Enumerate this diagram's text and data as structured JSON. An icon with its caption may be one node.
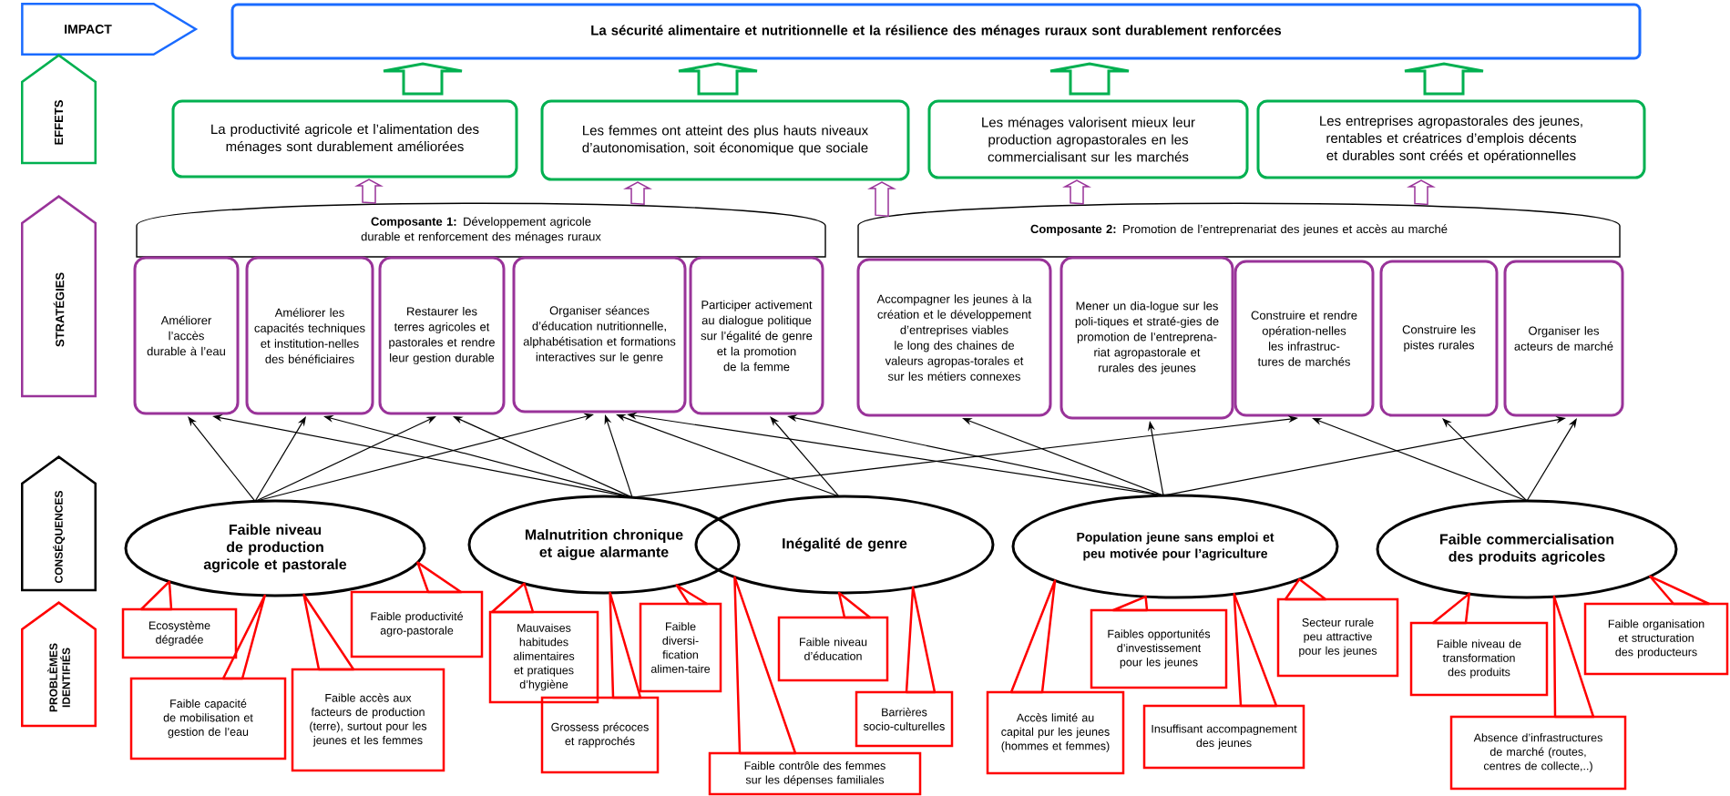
{
  "diagram": {
    "nodes": [
      {
        "text": [
          "IMPACT"
        ]
      },
      {
        "text": [
          "La sécurité alimentaire et nutritionnelle et la résilience des ménages ruraux sont durablement renforcées"
        ]
      },
      {
        "text": [
          "EFFETS"
        ]
      },
      {
        "text": [
          "La productivité agricole et l’alimentation des ménages sont durablement améliorées"
        ]
      },
      {
        "text": [
          "Les femmes ont atteint des plus hauts niveaux d’autonomisation, soit économique que sociale"
        ]
      },
      {
        "text": [
          "Les ménages valorisent mieux leur production agropastorales en les commercialisant sur les marchés"
        ]
      },
      {
        "text": [
          "Les entreprises agropastorales des jeunes, rentables et créatrices d’emplois décents et durables sont créés et opérationnelles"
        ]
      },
      {
        "text": [
          "STRATÉGIES"
        ]
      },
      {
        "text": [
          "**Composante 1:** Développement agricole durable et renforcement des ménages ruraux"
        ]
      },
      {
        "text": [
          "**Composante 2:** Promotion de l’entreprenariat des jeunes et accès au marché"
        ]
      },
      {
        "text": [
          "Améliorer l’accès durable à l’eau"
        ]
      },
      {
        "text": [
          "Améliorer les capacités techniques et institution-nelles des bénéficiaires"
        ]
      },
      {
        "text": [
          "Restaurer les terres agricoles et pastorales et rendre leur gestion durable"
        ]
      },
      {
        "text": [
          "Organiser séances d’éducation nutritionnelle, alphabétisation et formations interactives sur le genre"
        ]
      },
      {
        "text": [
          "Participer activement au dialogue politique sur l’égalité de genre et la promotion de la femme"
        ]
      },
      {
        "text": [
          "Accompagner les jeunes à la création et le développement d’entreprises viables le long des chaines de valeurs agropas-torales et sur les métiers connexes"
        ]
      },
      {
        "text": [
          "Mener un dia-logue sur les poli-tiques et straté-gies de promotion de l’entreprena-riat agropastorale et rurales des jeunes"
        ]
      },
      {
        "text": [
          "Construire et rendre opération-nelles les infrastruc-tures de marchés"
        ]
      },
      {
        "text": [
          "Construire les pistes rurales"
        ]
      },
      {
        "text": [
          "Organiser les acteurs de marché"
        ]
      },
      {
        "text": [
          "CONSÉQUENCES"
        ]
      },
      {
        "text": [
          "Faible niveau de production agricole et pastorale"
        ]
      },
      {
        "text": [
          "Malnutrition chronique et aigue alarmante"
        ]
      },
      {
        "text": [
          "Inégalité de genre"
        ]
      },
      {
        "text": [
          "Population jeune sans emploi et peu motivée pour l’agriculture"
        ]
      },
      {
        "text": [
          "Faible commercialisation des produits agricoles"
        ]
      },
      {
        "text": [
          "PROBLÈMES IDENTIFIÉS"
        ]
      },
      {
        "text": [
          "Ecosystème dégradée"
        ]
      },
      {
        "text": [
          "Faible productivité agro-pastorale"
        ]
      },
      {
        "text": [
          "Mauvaises habitudes alimentaires et pratiques d’hygiène"
        ]
      },
      {
        "text": [
          "Faible diversi-fication alimen-taire"
        ]
      },
      {
        "text": [
          "Faible niveau d’éducation"
        ]
      },
      {
        "text": [
          "Faibles opportunités d’investissement pour les jeunes"
        ]
      },
      {
        "text": [
          "Secteur rurale peu attractive pour les jeunes"
        ]
      },
      {
        "text": [
          "Faible niveau de transformation des produits"
        ]
      },
      {
        "text": [
          "Faible organisation et structuration des producteurs"
        ]
      },
      {
        "text": [
          "Faible capacité de mobilisation et gestion de l’eau"
        ]
      },
      {
        "text": [
          "Faible accès aux facteurs de production (terre), surtout pour les jeunes et les femmes"
        ]
      },
      {
        "text": [
          "Grossess précoces et rapprochés"
        ]
      },
      {
        "text": [
          "Barrières socio-culturelles"
        ]
      },
      {
        "text": [
          "Accès limité au capital pur les jeunes (hommes et femmes)"
        ]
      },
      {
        "text": [
          "Insuffisant accompagnement des jeunes"
        ]
      },
      {
        "text": [
          "Absence d’infrastructures de marché (routes, centres de collecte,..)"
        ]
      },
      {
        "text": [
          "Faible contrôle des femmes sur les dépenses familiales"
        ]
      }
    ],
    "edges": [
      {
        "from": 3,
        "to": 1,
        "arrow": "to",
        "style": "thick",
        "color": "#00b050"
      },
      {
        "from": 4,
        "to": 1,
        "arrow": "to",
        "style": "thick",
        "color": "#00b050"
      },
      {
        "from": 5,
        "to": 1,
        "arrow": "to",
        "style": "thick",
        "color": "#00b050"
      },
      {
        "from": 6,
        "to": 1,
        "arrow": "to",
        "style": "thick",
        "color": "#00b050"
      },
      {
        "from": 8,
        "to": 3,
        "arrow": "to",
        "color": "#993399"
      },
      {
        "from": 8,
        "to": 4,
        "arrow": "to",
        "color": "#993399"
      },
      {
        "from": 9,
        "to": 4,
        "arrow": "to",
        "color": "#993399"
      },
      {
        "from": 9,
        "to": 5,
        "arrow": "to",
        "color": "#993399"
      },
      {
        "from": 9,
        "to": 6,
        "arrow": "to",
        "color": "#993399"
      },
      {
        "from": 21,
        "to": 10,
        "arrow": "to"
      },
      {
        "from": 21,
        "to": 11,
        "arrow": "to"
      },
      {
        "from": 21,
        "to": 12,
        "arrow": "to"
      },
      {
        "from": 21,
        "to": 13,
        "arrow": "to"
      },
      {
        "from": 22,
        "to": 10,
        "arrow": "to"
      },
      {
        "from": 22,
        "to": 11,
        "arrow": "to"
      },
      {
        "from": 22,
        "to": 12,
        "arrow": "to"
      },
      {
        "from": 22,
        "to": 13,
        "arrow": "to"
      },
      {
        "from": 22,
        "to": 17,
        "arrow": "to"
      },
      {
        "from": 23,
        "to": 13,
        "arrow": "to"
      },
      {
        "from": 23,
        "to": 14,
        "arrow": "to"
      },
      {
        "from": 24,
        "to": 13,
        "arrow": "to"
      },
      {
        "from": 24,
        "to": 14,
        "arrow": "to"
      },
      {
        "from": 24,
        "to": 15,
        "arrow": "to"
      },
      {
        "from": 24,
        "to": 16,
        "arrow": "to"
      },
      {
        "from": 24,
        "to": 19,
        "arrow": "to"
      },
      {
        "from": 25,
        "to": 17,
        "arrow": "to"
      },
      {
        "from": 25,
        "to": 18,
        "arrow": "to"
      },
      {
        "from": 25,
        "to": 19,
        "arrow": "to"
      },
      {
        "from": 27,
        "to": 21,
        "arrow": "none",
        "color": "#ff0000"
      },
      {
        "from": 28,
        "to": 21,
        "arrow": "none",
        "color": "#ff0000"
      },
      {
        "from": 29,
        "to": 22,
        "arrow": "none",
        "color": "#ff0000"
      },
      {
        "from": 30,
        "to": 22,
        "arrow": "none",
        "color": "#ff0000"
      },
      {
        "from": 31,
        "to": 23,
        "arrow": "none",
        "color": "#ff0000"
      },
      {
        "from": 32,
        "to": 24,
        "arrow": "none",
        "color": "#ff0000"
      },
      {
        "from": 33,
        "to": 24,
        "arrow": "none",
        "color": "#ff0000"
      },
      {
        "from": 34,
        "to": 25,
        "arrow": "none",
        "color": "#ff0000"
      },
      {
        "from": 35,
        "to": 25,
        "arrow": "none",
        "color": "#ff0000"
      },
      {
        "from": 36,
        "to": 21,
        "arrow": "none",
        "color": "#ff0000"
      },
      {
        "from": 37,
        "to": 21,
        "arrow": "none",
        "color": "#ff0000"
      },
      {
        "from": 38,
        "to": 22,
        "arrow": "none",
        "color": "#ff0000"
      },
      {
        "from": 39,
        "to": 23,
        "arrow": "none",
        "color": "#ff0000"
      },
      {
        "from": 40,
        "to": 24,
        "arrow": "none",
        "color": "#ff0000"
      },
      {
        "from": 41,
        "to": 24,
        "arrow": "none",
        "color": "#ff0000"
      },
      {
        "from": 42,
        "to": 25,
        "arrow": "none",
        "color": "#ff0000"
      },
      {
        "from": 43,
        "to": 23,
        "arrow": "none",
        "color": "#ff0000"
      }
    ]
  }
}
